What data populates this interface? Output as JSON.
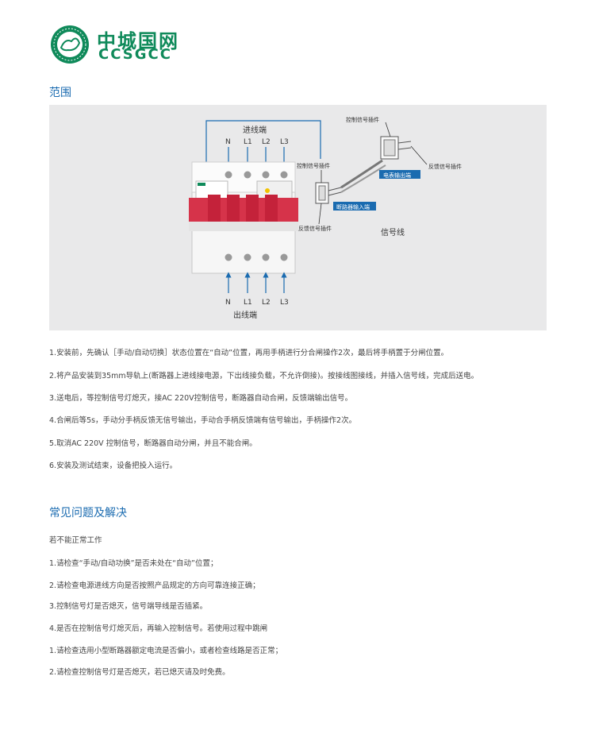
{
  "logo": {
    "cn": "中城国网",
    "en": "CCSGCC"
  },
  "section1": {
    "title": "范围"
  },
  "diagram": {
    "in_label": "进线端",
    "out_label": "出线端",
    "terminals_top": [
      "N",
      "L1",
      "L2",
      "L3"
    ],
    "terminals_bottom": [
      "N",
      "L1",
      "L2",
      "L3"
    ],
    "ctrl_plug_left": "控制信号插件",
    "ctrl_plug_top": "控制信号插件",
    "feedback_plug_right": "反馈信号插件",
    "feedback_plug_bottom": "反馈信号插件",
    "meter_output": "电表输出端",
    "breaker_input": "断路器输入端",
    "signal_line": "信号线"
  },
  "steps": [
    "1.安装前，先确认［手动/自动切换］状态位置在“自动”位置，再用手柄进行分合闸操作2次，最后将手柄置于分闸位置。",
    "2.将产品安装到35mm导轨上(断路器上进线接电源，下出线接负载，不允许倒接)。按接线图接线，并插入信号线，完成后送电。",
    "3.送电后，等控制信号灯熄灭，接AC 220V控制信号，断路器自动合闸，反馈端输出信号。",
    "4.合闸后等5s，手动分手柄反馈无信号输出，手动合手柄反馈端有信号输出，手柄操作2次。",
    "5.取消AC 220V 控制信号，断路器自动分闸，并且不能合闸。",
    "6.安装及测试结束，设备把投入运行。"
  ],
  "section2": {
    "title": "常见问题及解决"
  },
  "faq": [
    "若不能正常工作",
    "1.请检查“手动/自动功换”是否未处在“自动”位置；",
    "2.请检查电源进线方向是否按照产品规定的方向可靠连接正确；",
    "3.控制信号灯是否熄灭，信号端导线是否插紧。",
    "4.是否在控制信号灯熄灭后，再输入控制信号。若使用过程中跳闸",
    "1.请检查选用小型断路器额定电流是否偏小，或者检查线路是否正常；",
    "2.请检查控制信号灯是否熄灭，若已熄灭请及时免费。"
  ]
}
